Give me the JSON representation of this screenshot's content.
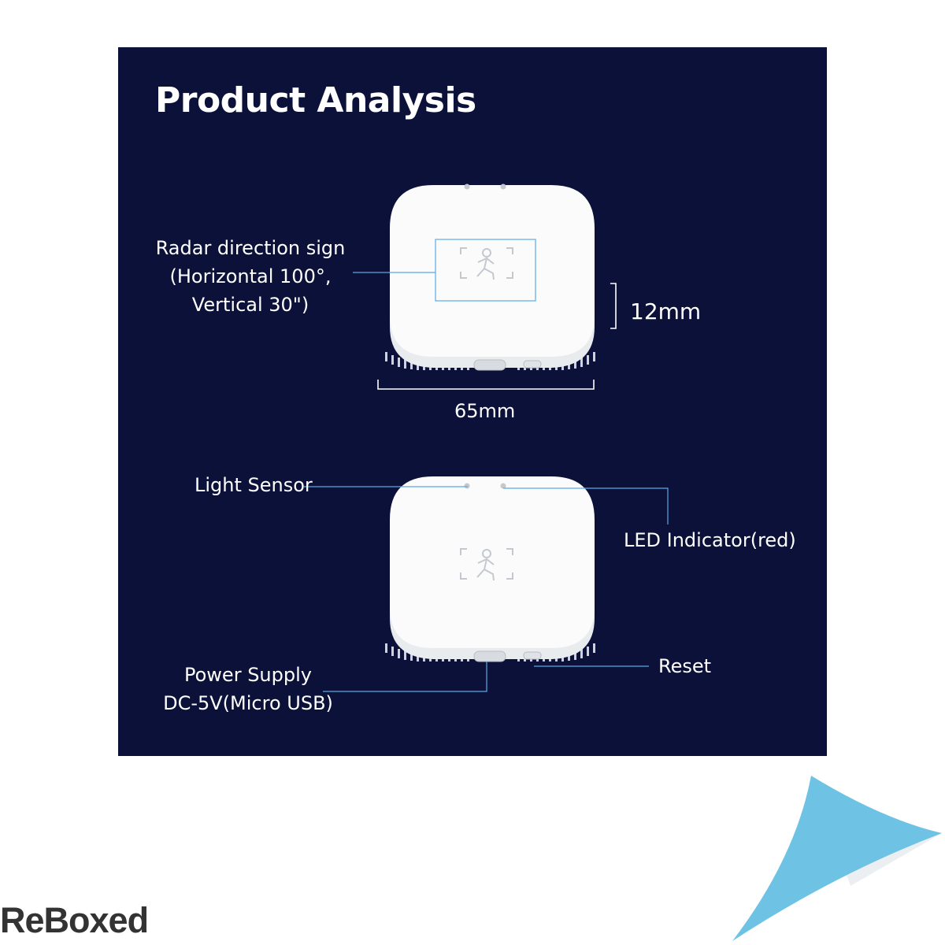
{
  "title": "Product Analysis",
  "top_device": {
    "radar_label": [
      "Radar direction sign",
      "(Horizontal 100°,",
      "Vertical 30\")"
    ],
    "height_dim": "12mm",
    "width_dim": "65mm"
  },
  "bottom_device": {
    "light_sensor": "Light Sensor",
    "led_indicator": "LED Indicator(red)",
    "power_supply": [
      "Power Supply",
      "DC-5V(Micro USB)"
    ],
    "reset": "Reset"
  },
  "brand": "ReBoxed",
  "colors": {
    "panel": "#0b1138",
    "leader_line": "#5aa9e6",
    "corner_blue": "#6ec3e4"
  }
}
